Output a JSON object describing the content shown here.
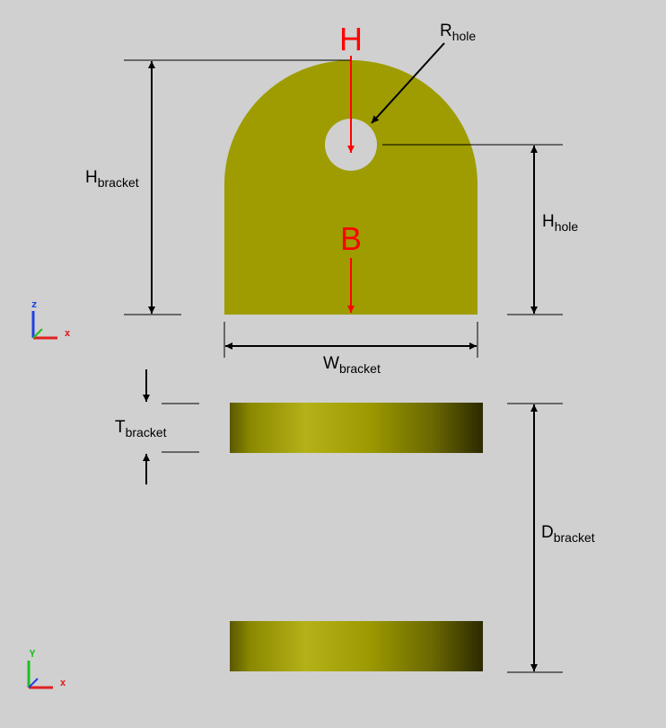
{
  "colors": {
    "background": "#d0d0d0",
    "bracket_fill": "#9e9c00",
    "load_arrow": "#ff0000",
    "dimension_line": "#000000",
    "axis_x": "#e02020",
    "axis_y": "#20c020",
    "axis_z": "#2040e0"
  },
  "loads": {
    "h_label": "H",
    "b_label": "B"
  },
  "dimensions": {
    "r_hole": {
      "main": "R",
      "sub": "hole"
    },
    "h_bracket": {
      "main": "H",
      "sub": "bracket"
    },
    "h_hole": {
      "main": "H",
      "sub": "hole"
    },
    "w_bracket": {
      "main": "W",
      "sub": "bracket"
    },
    "t_bracket": {
      "main": "T",
      "sub": "bracket"
    },
    "d_bracket": {
      "main": "D",
      "sub": "bracket"
    }
  },
  "triads": {
    "front": {
      "icon": "xz-axis-triad-icon",
      "labels": [
        "z",
        "x"
      ]
    },
    "top": {
      "icon": "xy-axis-triad-icon",
      "labels": [
        "Y",
        "x"
      ]
    }
  }
}
